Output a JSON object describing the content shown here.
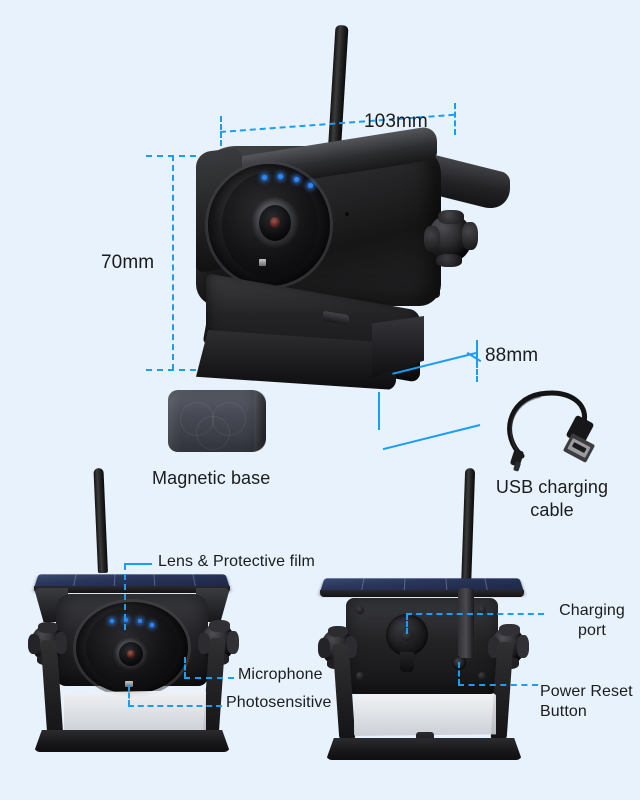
{
  "page": {
    "background_color": "#e7f2fd",
    "accent_color": "#1a9ef5",
    "text_color": "#1c1c1c"
  },
  "dimensions": {
    "width_label": "103mm",
    "height_label": "70mm",
    "depth_label": "88mm"
  },
  "accessories": [
    {
      "id": "magnetic-base",
      "label": "Magnetic base"
    },
    {
      "id": "usb-charging-cable",
      "label_line1": "USB charging",
      "label_line2": "cable"
    }
  ],
  "front_view_callouts": [
    {
      "id": "lens-protective-film",
      "label": "Lens & Protective film"
    },
    {
      "id": "microphone",
      "label": "Microphone"
    },
    {
      "id": "photosensitive",
      "label": "Photosensitive"
    }
  ],
  "rear_view_callouts": [
    {
      "id": "charging-port",
      "label_line1": "Charging",
      "label_line2": "port"
    },
    {
      "id": "power-reset-button",
      "label_line1": "Power Reset",
      "label_line2": "Button"
    }
  ],
  "icons": {
    "antenna": "antenna-icon",
    "lens": "camera-lens-icon",
    "led": "led-indicator-icon",
    "solar_panel": "solar-panel-icon",
    "knob": "adjustment-knob-icon",
    "usb_connector": "usb-connector-icon"
  }
}
